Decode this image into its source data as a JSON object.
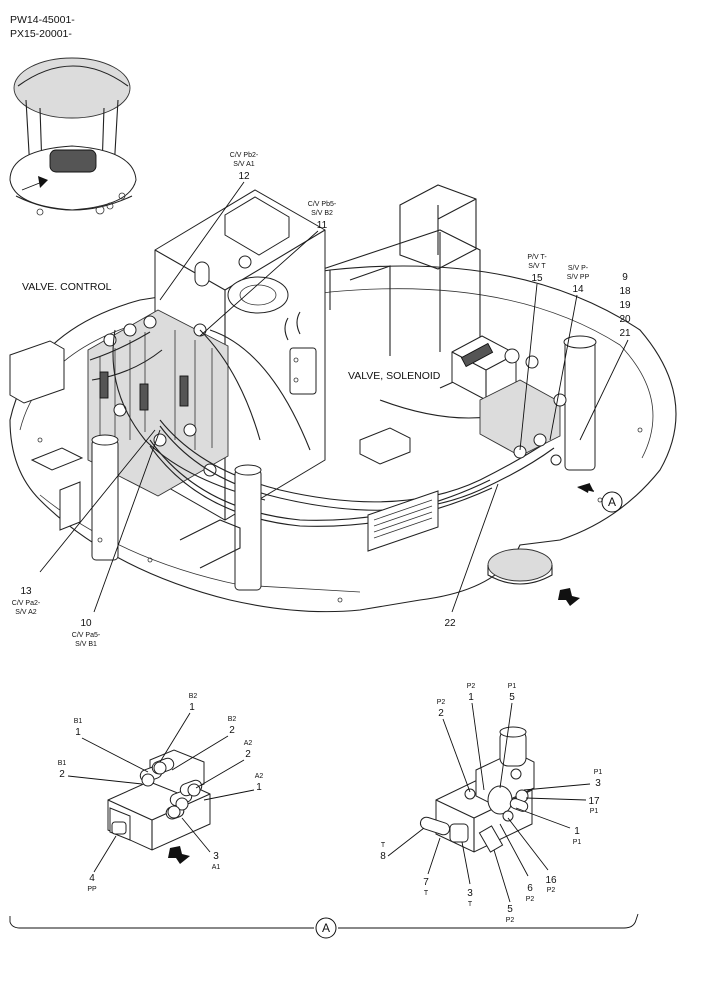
{
  "serials": [
    "PW14-45001-",
    "PX15-20001-"
  ],
  "labels": {
    "valve_control": "VALVE. CONTROL",
    "valve_solenoid": "VALVE, SOLENOID"
  },
  "view_marker": "A",
  "callouts": {
    "c12": {
      "num": "12",
      "sub1": "C/V Pb2-",
      "sub2": "S/V A1"
    },
    "c11": {
      "num": "11",
      "sub1": "C/V Pb5-",
      "sub2": "S/V B2"
    },
    "c15": {
      "num": "15",
      "sub1": "P/V T-",
      "sub2": "S/V T"
    },
    "c14": {
      "num": "14",
      "sub1": "S/V P-",
      "sub2": "S/V PP"
    },
    "c_multi": [
      "9",
      "18",
      "19",
      "20",
      "21"
    ],
    "c13": {
      "num": "13",
      "sub1": "C/V Pa2-",
      "sub2": "S/V A2"
    },
    "c10": {
      "num": "10",
      "sub1": "C/V Pa5-",
      "sub2": "S/V B1"
    },
    "c22": {
      "num": "22"
    }
  },
  "detail_left": [
    {
      "port": "B2",
      "num": "1"
    },
    {
      "port": "B1",
      "num": "1"
    },
    {
      "port": "B2",
      "num": "2"
    },
    {
      "port": "A2",
      "num": "2"
    },
    {
      "port": "B1",
      "num": "2"
    },
    {
      "port": "A2",
      "num": "1"
    },
    {
      "port": "A1",
      "num": "3"
    },
    {
      "port": "PP",
      "num": "4"
    }
  ],
  "detail_right": [
    {
      "port": "P2",
      "num": "1"
    },
    {
      "port": "P1",
      "num": "5"
    },
    {
      "port": "P2",
      "num": "2"
    },
    {
      "port": "P1",
      "num": "3"
    },
    {
      "port": "P1",
      "num": "17"
    },
    {
      "port": "P1",
      "num": "1"
    },
    {
      "port": "T",
      "num": "8"
    },
    {
      "port": "P2",
      "num": "16"
    },
    {
      "port": "P2",
      "num": "6"
    },
    {
      "port": "T",
      "num": "7"
    },
    {
      "port": "T",
      "num": "3"
    },
    {
      "port": "P2",
      "num": "5"
    }
  ]
}
